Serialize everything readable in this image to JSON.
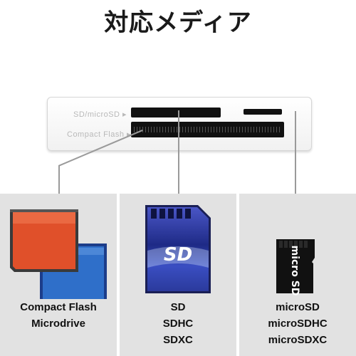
{
  "title": "対応メディア",
  "reader": {
    "sd_label": "SD/microSD ▸",
    "cf_label": "Compact Flash ▸"
  },
  "panels": [
    {
      "lines": [
        "Compact Flash",
        "Microdrive"
      ],
      "icon": "compact-flash-card-icon"
    },
    {
      "lines": [
        "SD",
        "SDHC",
        "SDXC"
      ],
      "icon": "sd-card-icon",
      "logo_text": "SD"
    },
    {
      "lines": [
        "microSD",
        "microSDHC",
        "microSDXC"
      ],
      "icon": "microsd-card-icon",
      "logo_text": "micro SD"
    }
  ],
  "colors": {
    "panel_bg": "#e2e2e2",
    "cf_card_red": "#e0502a",
    "cf_card_blue": "#2f6fc9",
    "sd_card_blue": "#2b3a9c",
    "lead_line": "#9a9a9a"
  }
}
